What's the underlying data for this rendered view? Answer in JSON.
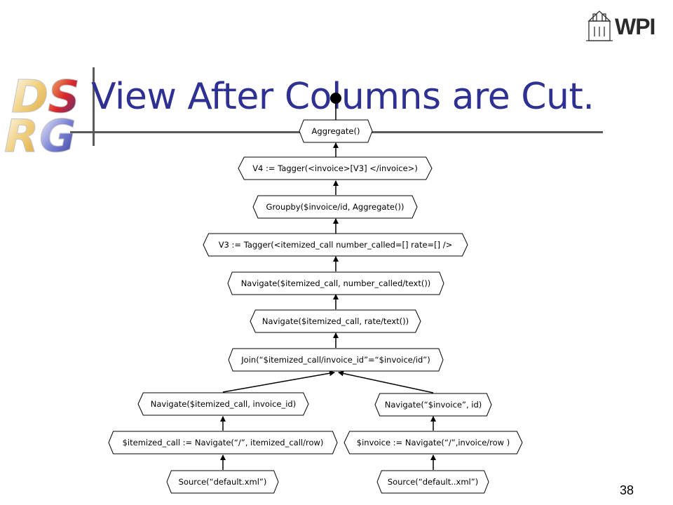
{
  "slide": {
    "title": "View After Columns are Cut.",
    "page_number": "38",
    "logo_text": "WPI",
    "dsrg_logo": [
      "D",
      "S",
      "R",
      "G"
    ]
  },
  "colors": {
    "title": "#2e3192",
    "dsrg_red": "#d9262b",
    "dsrg_blue": "#2e3192",
    "dsrg_yellow": "#e8b84a"
  },
  "nodes": {
    "aggregate": "Aggregate()",
    "tagger_v4": "V4 := Tagger(<invoice>[V3] </invoice>)",
    "groupby": "Groupby($invoice/id, Aggregate())",
    "tagger_v3": "V3 := Tagger(<itemized_call number_called=[] rate=[] />",
    "nav_number_called": "Navigate($itemized_call, number_called/text())",
    "nav_rate": "Navigate($itemized_call, rate/text())",
    "join": "Join(“$itemized_call/invoice_id”=“$invoice/id”)",
    "nav_invoice_id": "Navigate($itemized_call, invoice_id)",
    "nav_invoice_dollar_id": "Navigate(“$invoice”, id)",
    "nav_itemized_row": "$itemized_call := Navigate(“/”, itemized_call/row)",
    "nav_invoice_row": "$invoice := Navigate(“/”,invoice/row )",
    "source_left": "Source(“default.xml”)",
    "source_right": "Source(“default..xml”)"
  }
}
